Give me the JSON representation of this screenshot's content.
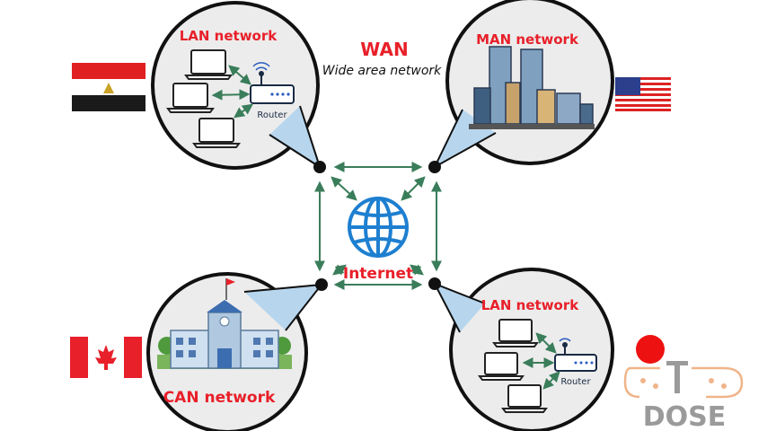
{
  "title": "WAN",
  "subtitle": "Wide area network",
  "center_label": "Internet",
  "nodes": {
    "lan_top": {
      "label": "LAN network",
      "router_label": "Router"
    },
    "man": {
      "label": "MAN network"
    },
    "can": {
      "label": "CAN network"
    },
    "lan_bottom": {
      "label": "LAN network",
      "router_label": "Router"
    }
  },
  "logo": {
    "text": "DOSE"
  },
  "colors": {
    "accent_red": "#e8202a",
    "arrow_green": "#3a7d5a",
    "globe_blue": "#1e7fd0",
    "callout_blue": "#b7d6ee",
    "bubble_fill": "#ececec"
  },
  "flags": [
    "egypt-flag",
    "usa-flag",
    "canada-flag"
  ]
}
